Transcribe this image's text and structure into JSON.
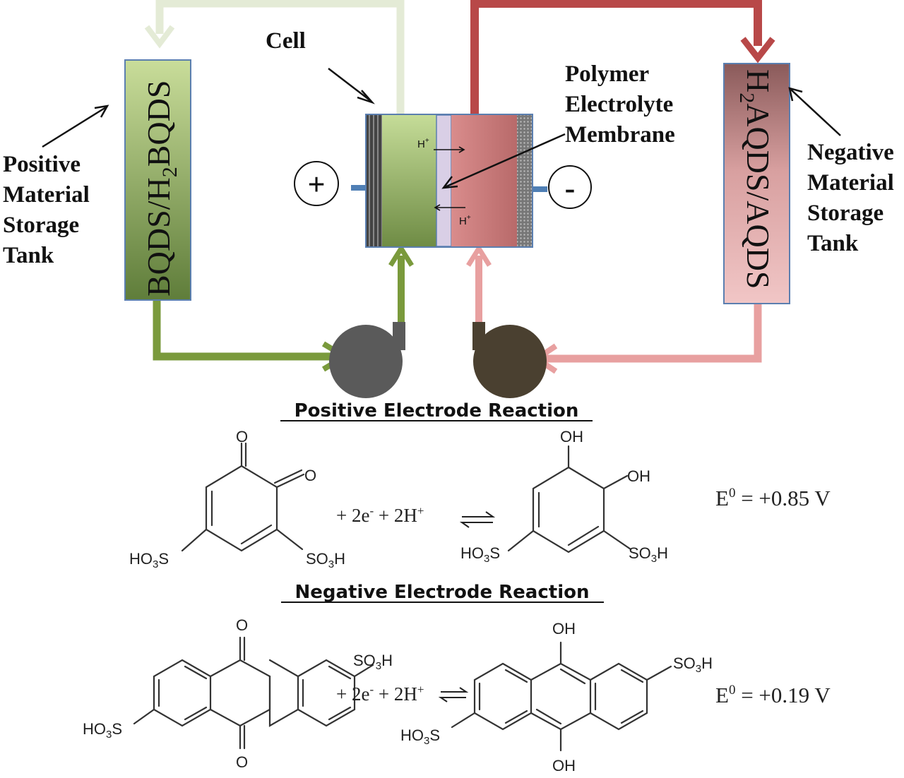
{
  "labels": {
    "cell": "Cell",
    "membrane": [
      "Polymer",
      "Electrolyte",
      "Membrane"
    ],
    "positive_tank_label": [
      "Positive",
      "Material",
      "Storage",
      "Tank"
    ],
    "negative_tank_label": [
      "Negative",
      "Material",
      "Storage",
      "Tank"
    ],
    "plus": "+",
    "minus": "-",
    "proton": "H",
    "proton_sup": "+"
  },
  "tanks": {
    "positive": {
      "text_main_a": "BQDS/H",
      "text_sub": "2",
      "text_main_b": "BQDS"
    },
    "negative": {
      "text_main_a": "H",
      "text_sub": "2",
      "text_main_b": "AQDS/AQDS"
    }
  },
  "reactions": {
    "positive": {
      "title": "Positive Electrode Reaction",
      "reagents": {
        "a": "+ 2e",
        "a_sup": "-",
        "b": " + 2H",
        "b_sup": "+"
      },
      "potential": {
        "e": "E",
        "sup": "0",
        "rest": " = +0.85 V"
      },
      "groups": {
        "o": "O",
        "oh": "OH",
        "so3h_left": "HO",
        "so3h_sub": "3",
        "s": "S",
        "so3h_right_a": "SO",
        "so3h_right_b": "H"
      }
    },
    "negative": {
      "title": "Negative Electrode Reaction",
      "reagents": {
        "a": "+ 2e",
        "a_sup": "-",
        "b": " + 2H",
        "b_sup": "+"
      },
      "potential": {
        "e": "E",
        "sup": "0",
        "rest": " = +0.19 V"
      }
    }
  },
  "colors": {
    "positive_flow": "#7a9a3c",
    "positive_return": "#e4ebd6",
    "negative_flow": "#b84848",
    "negative_return": "#e8a0a0",
    "pump_left": "#5a5a5a",
    "pump_right": "#4a4030"
  }
}
